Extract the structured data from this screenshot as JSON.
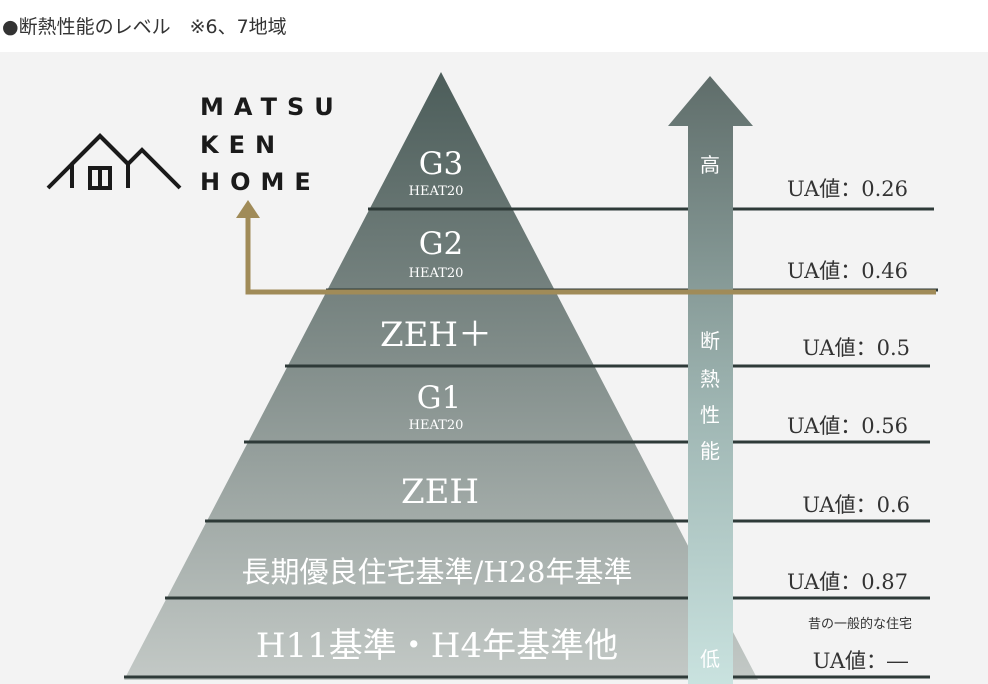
{
  "header": {
    "title": "●断熱性能のレベル　※6、7地域"
  },
  "logo": {
    "lines": [
      "MATSU",
      "KEN",
      "HOME"
    ]
  },
  "axis": {
    "high_label": "高",
    "middle_label": [
      "断",
      "熱",
      "性",
      "能"
    ],
    "low_label": "低"
  },
  "levels": [
    {
      "name": "G3",
      "sub": "HEAT20",
      "ua": "UA値：0.26"
    },
    {
      "name": "G2",
      "sub": "HEAT20",
      "ua": "UA値：0.46"
    },
    {
      "name": "ZEH＋",
      "sub": "",
      "ua": "UA値：0.5"
    },
    {
      "name": "G1",
      "sub": "HEAT20",
      "ua": "UA値：0.56"
    },
    {
      "name": "ZEH",
      "sub": "",
      "ua": "UA値：0.6"
    },
    {
      "name": "長期優良住宅基準/H28年基準",
      "sub": "",
      "ua": "UA値：0.87"
    },
    {
      "name": "H11基準・H4年基準他",
      "sub": "",
      "ua": "UA値：―",
      "note": "昔の一般的な住宅"
    }
  ],
  "colors": {
    "background": "#f3f3f3",
    "highlight_line": "#a08b58",
    "divider": "#2e3a38",
    "pyramid_top": "#4c5d5a",
    "pyramid_bottom": "#c0c6c3"
  }
}
